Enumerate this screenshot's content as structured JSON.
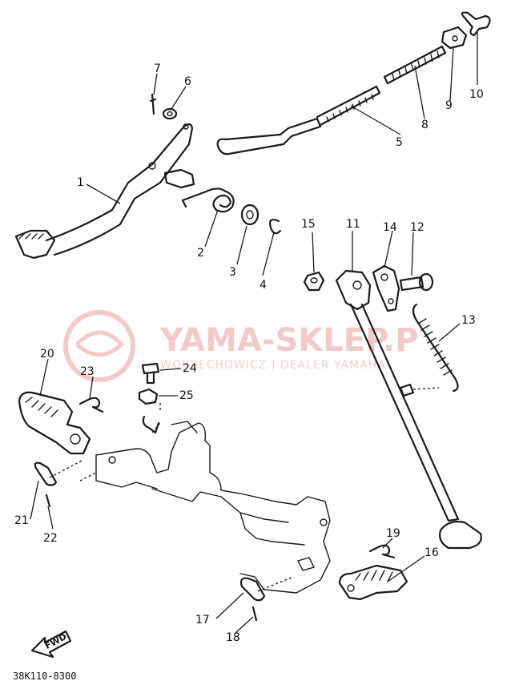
{
  "watermark": {
    "title": "YAMA-SKLEP.P",
    "subtitle": "WOJCIECHOWICZ | DEALER YAMAHA"
  },
  "diagram_code": "38K110-8300",
  "fwd_label": "FWD",
  "callouts": [
    "1",
    "2",
    "3",
    "4",
    "5",
    "6",
    "7",
    "8",
    "9",
    "10",
    "11",
    "12",
    "13",
    "14",
    "15",
    "16",
    "17",
    "18",
    "19",
    "20",
    "21",
    "22",
    "23",
    "24",
    "25"
  ],
  "colors": {
    "ink": "#1a1a1a",
    "watermark": "#f2caca"
  }
}
